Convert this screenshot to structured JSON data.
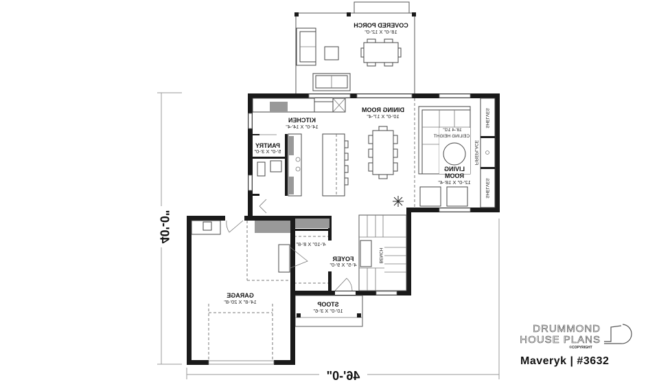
{
  "plan": {
    "mirrored": true,
    "overall_width": "46'-0\"",
    "overall_depth": "40'-0\"",
    "rooms": [
      {
        "id": "covered-porch",
        "name": "COVERED PORCH",
        "size": "18'-0\" X 12'-0\""
      },
      {
        "id": "dining-room",
        "name": "DINING ROOM",
        "size": "10'-0\" X 17'-4\""
      },
      {
        "id": "kitchen",
        "name": "KITCHEN",
        "size": "14'-0\" X 14'-4\""
      },
      {
        "id": "pantry",
        "name": "PANTRY",
        "size": "5'-0\" X 3'-0\""
      },
      {
        "id": "living-room",
        "name": "LIVING ROOM",
        "name_line1": "LIVING",
        "name_line2": "ROOM",
        "size": "12'-0\" X 18'-4\""
      },
      {
        "id": "foyer",
        "name": "FOYER",
        "size": "4'-5\" X 9'-0\""
      },
      {
        "id": "mudroom",
        "name": "",
        "size": "4'-10\" X 8'-8\""
      },
      {
        "id": "stoop",
        "name": "STOOP",
        "size": "10'-0\" X 3'-6\""
      },
      {
        "id": "garage",
        "name": "GARAGE",
        "size": "14'-8\" X 20'-8\""
      }
    ],
    "annotations": {
      "ceiling_height_value": "18'-4 1/2\"",
      "ceiling_height_label": "CEILING HEIGHT",
      "fireplace": "FIREPLACE",
      "shelves_top": "SHELVES",
      "shelves_bottom": "SHELVES",
      "bench": "BENCH"
    }
  },
  "branding": {
    "logo_line1": "DRUMMOND",
    "logo_line2": "HOUSE PLANS",
    "copyright": "©COPYRIGHT",
    "plan_name": "Maveryk | #3632"
  }
}
